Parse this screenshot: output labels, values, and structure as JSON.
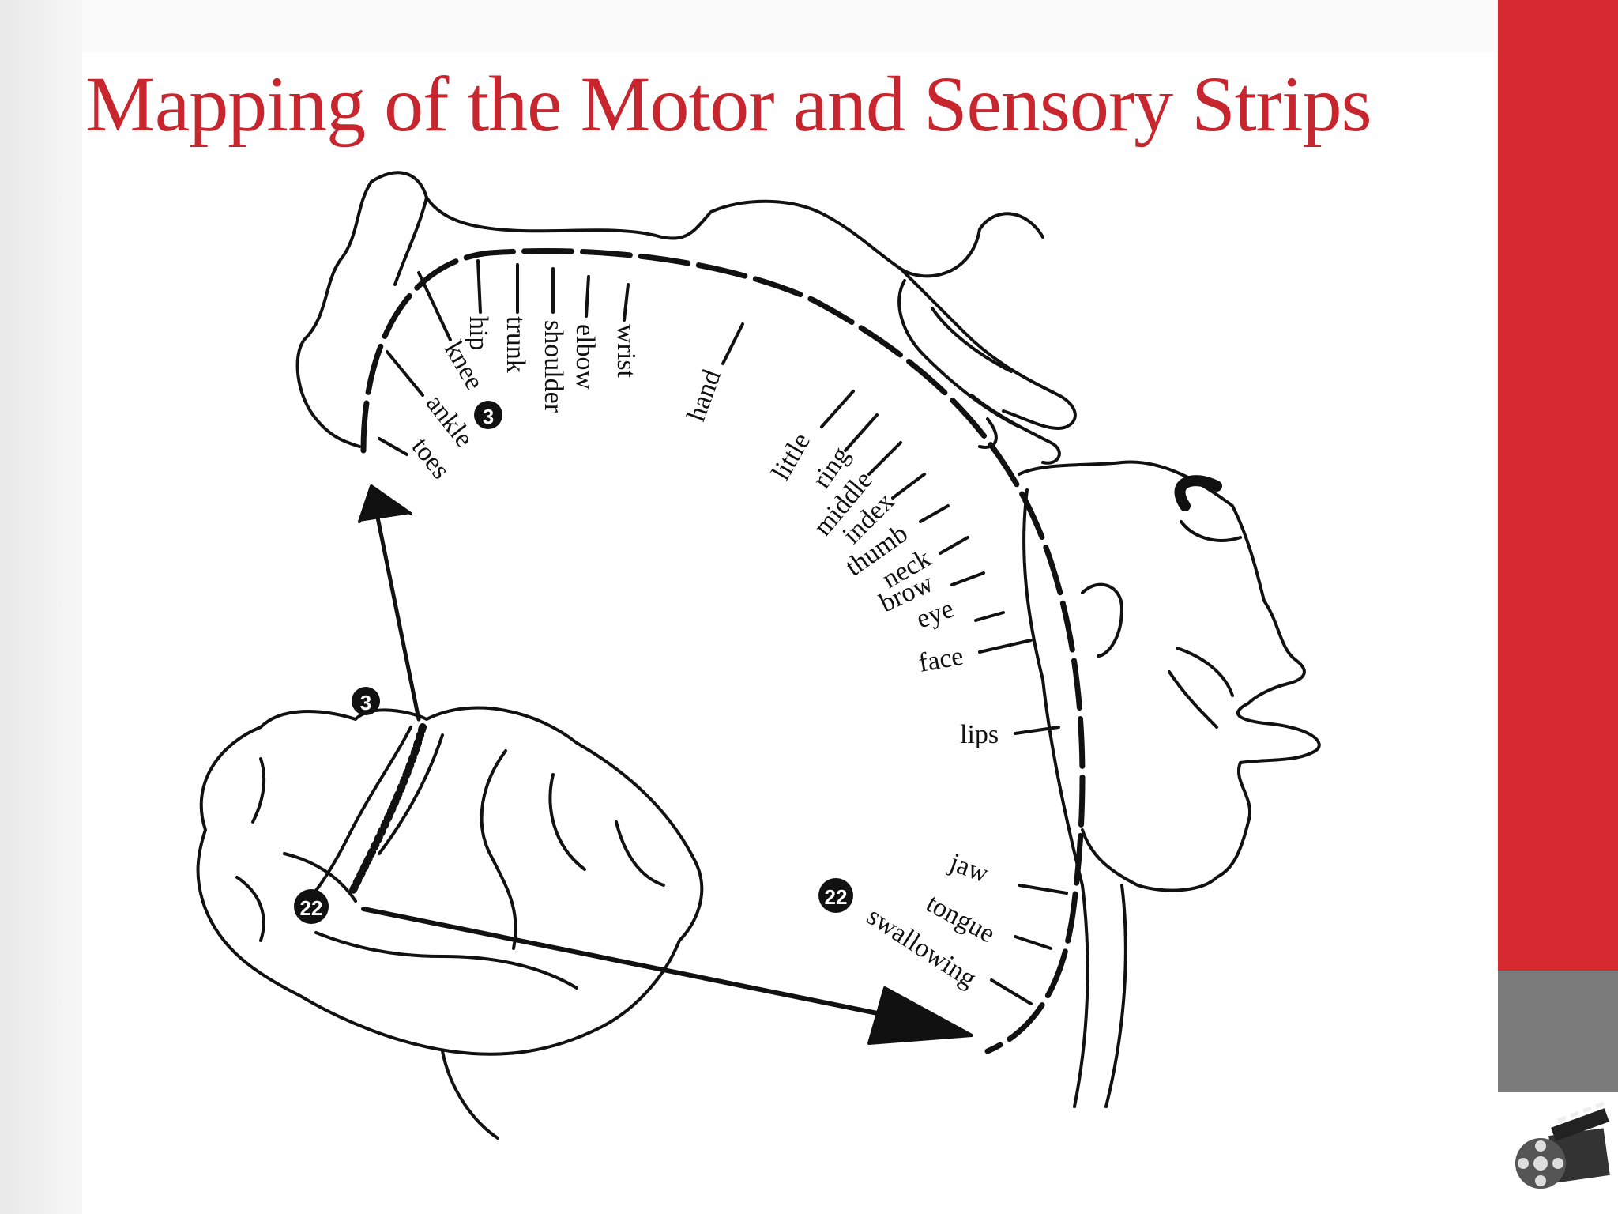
{
  "slide": {
    "title": "Mapping of the Motor and Sensory Strips",
    "accent_color": "#c8262e",
    "sidebar_red": "#d42a2f",
    "sidebar_gray": "#7a7a7a"
  },
  "diagram": {
    "labels": [
      "toes",
      "ankle",
      "knee",
      "hip",
      "trunk",
      "shoulder",
      "elbow",
      "wrist",
      "hand",
      "little",
      "ring",
      "middle",
      "index",
      "thumb",
      "neck",
      "brow",
      "eye",
      "face",
      "lips",
      "jaw",
      "tongue",
      "swallowing"
    ],
    "badges": [
      "3",
      "3",
      "22",
      "22"
    ]
  },
  "icons": {
    "corner": "film-clapper-icon"
  }
}
